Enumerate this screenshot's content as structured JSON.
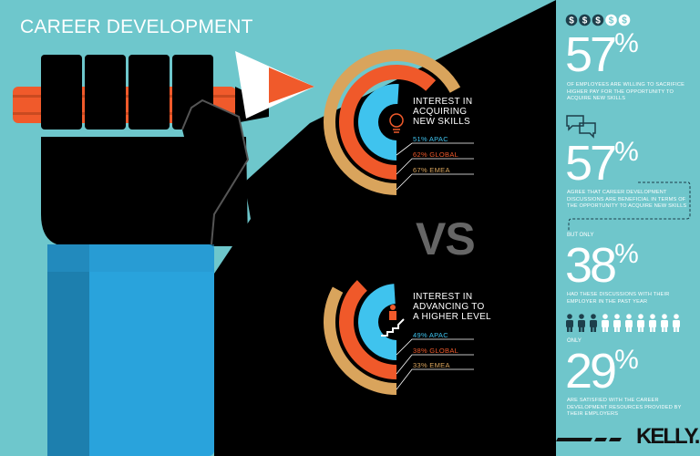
{
  "title": "CAREER DEVELOPMENT",
  "vs_label": "VS",
  "colors": {
    "background": "#6ec7cc",
    "apac": "#3fc3ee",
    "global": "#f0592a",
    "emea": "#d9a45c",
    "dark": "#000000"
  },
  "chart_data": [
    {
      "type": "ring",
      "title": "INTEREST IN ACQUIRING NEW SKILLS",
      "icon": "lightbulb-icon",
      "series": [
        {
          "name": "APAC",
          "value": 51,
          "label": "51% APAC"
        },
        {
          "name": "GLOBAL",
          "value": 62,
          "label": "62% GLOBAL"
        },
        {
          "name": "EMEA",
          "value": 67,
          "label": "67% EMEA"
        }
      ]
    },
    {
      "type": "ring",
      "title": "INTEREST IN ADVANCING TO A HIGHER LEVEL",
      "icon": "person-climbing-stairs-icon",
      "series": [
        {
          "name": "APAC",
          "value": 49,
          "label": "49% APAC"
        },
        {
          "name": "GLOBAL",
          "value": 38,
          "label": "38% GLOBAL"
        },
        {
          "name": "EMEA",
          "value": 33,
          "label": "33% EMEA"
        }
      ]
    }
  ],
  "ring_titles": [
    [
      "INTEREST IN",
      "ACQUIRING",
      "NEW SKILLS"
    ],
    [
      "INTEREST IN",
      "ADVANCING TO",
      "A HIGHER LEVEL"
    ]
  ],
  "stats": [
    {
      "icon": "dollar-coins-icon",
      "filled": 3,
      "total": 5,
      "value": "57",
      "unit": "%",
      "text": "OF EMPLOYEES ARE WILLING TO SACRIFICE HIGHER PAY FOR THE OPPORTUNITY TO ACQUIRE NEW SKILLS"
    },
    {
      "icon": "speech-bubbles-icon",
      "value": "57",
      "unit": "%",
      "text": "AGREE THAT CAREER DEVELOPMENT DISCUSSIONS ARE BENEFICIAL IN TERMS OF THE OPPORTUNITY TO ACQUIRE NEW SKILLS"
    },
    {
      "prefix": "BUT ONLY",
      "value": "38",
      "unit": "%",
      "text": "HAD THESE DISCUSSIONS WITH THEIR EMPLOYER IN THE PAST YEAR"
    },
    {
      "icon": "people-icon",
      "filled": 3,
      "total": 10,
      "prefix": "ONLY",
      "value": "29",
      "unit": "%",
      "text": "ARE SATISFIED WITH THE CAREER DEVELOPMENT RESOURCES PROVIDED BY THEIR EMPLOYERS"
    }
  ],
  "logo": "KELLY."
}
